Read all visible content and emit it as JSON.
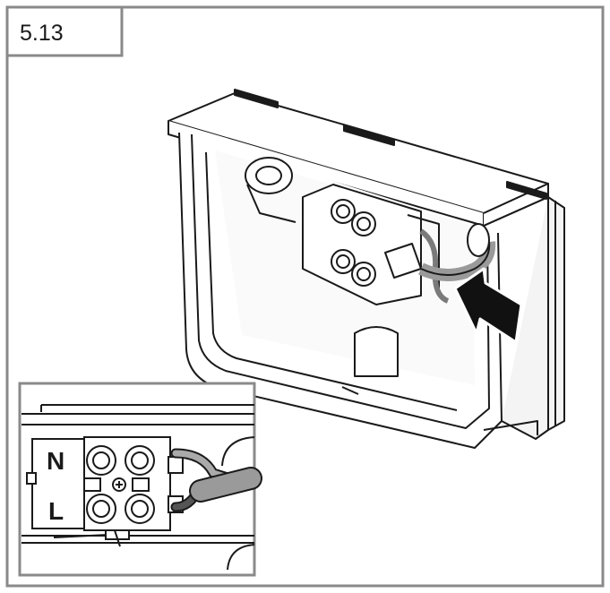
{
  "figure": {
    "number": "5.13"
  },
  "detail": {
    "terminal_labels": [
      "N",
      "L"
    ]
  },
  "colors": {
    "line": "#1a1a1a",
    "frame": "#8a8a8a",
    "box_shade": "#d9d9d9",
    "cable": "#9a9a9a",
    "arrow": "#111111"
  },
  "icons": {
    "arrow": "pointing-arrow-icon",
    "screw": "screw-icon"
  }
}
